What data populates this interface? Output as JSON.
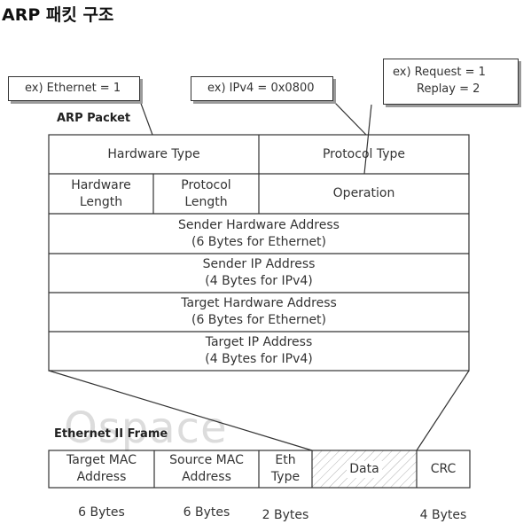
{
  "title": "ARP 패킷 구조",
  "watermark": "Ospace",
  "callouts": {
    "ethernet": "ex) Ethernet = 1",
    "ipv4": "ex) IPv4 = 0x0800",
    "request": "ex) Request = 1",
    "replay": "Replay = 2"
  },
  "arp_packet": {
    "label": "ARP Packet",
    "hardware_type": "Hardware Type",
    "protocol_type": "Protocol Type",
    "hardware_length": [
      "Hardware",
      "Length"
    ],
    "protocol_length": [
      "Protocol",
      "Length"
    ],
    "operation": "Operation",
    "sender_hw": [
      "Sender Hardware Address",
      "(6 Bytes for Ethernet)"
    ],
    "sender_ip": [
      "Sender IP Address",
      "(4 Bytes for IPv4)"
    ],
    "target_hw": [
      "Target Hardware Address",
      "(6 Bytes for Ethernet)"
    ],
    "target_ip": [
      "Target IP Address",
      "(4 Bytes for IPv4)"
    ]
  },
  "ethernet_frame": {
    "label": "Ethernet II Frame",
    "fields": [
      {
        "line1": "Target MAC",
        "line2": "Address",
        "bytes": "6 Bytes"
      },
      {
        "line1": "Source MAC",
        "line2": "Address",
        "bytes": "6 Bytes"
      },
      {
        "line1": "Eth",
        "line2": "Type",
        "bytes": "2 Bytes"
      },
      {
        "line1": "Data",
        "line2": "",
        "bytes": ""
      },
      {
        "line1": "CRC",
        "line2": "",
        "bytes": "4 Bytes"
      }
    ]
  }
}
